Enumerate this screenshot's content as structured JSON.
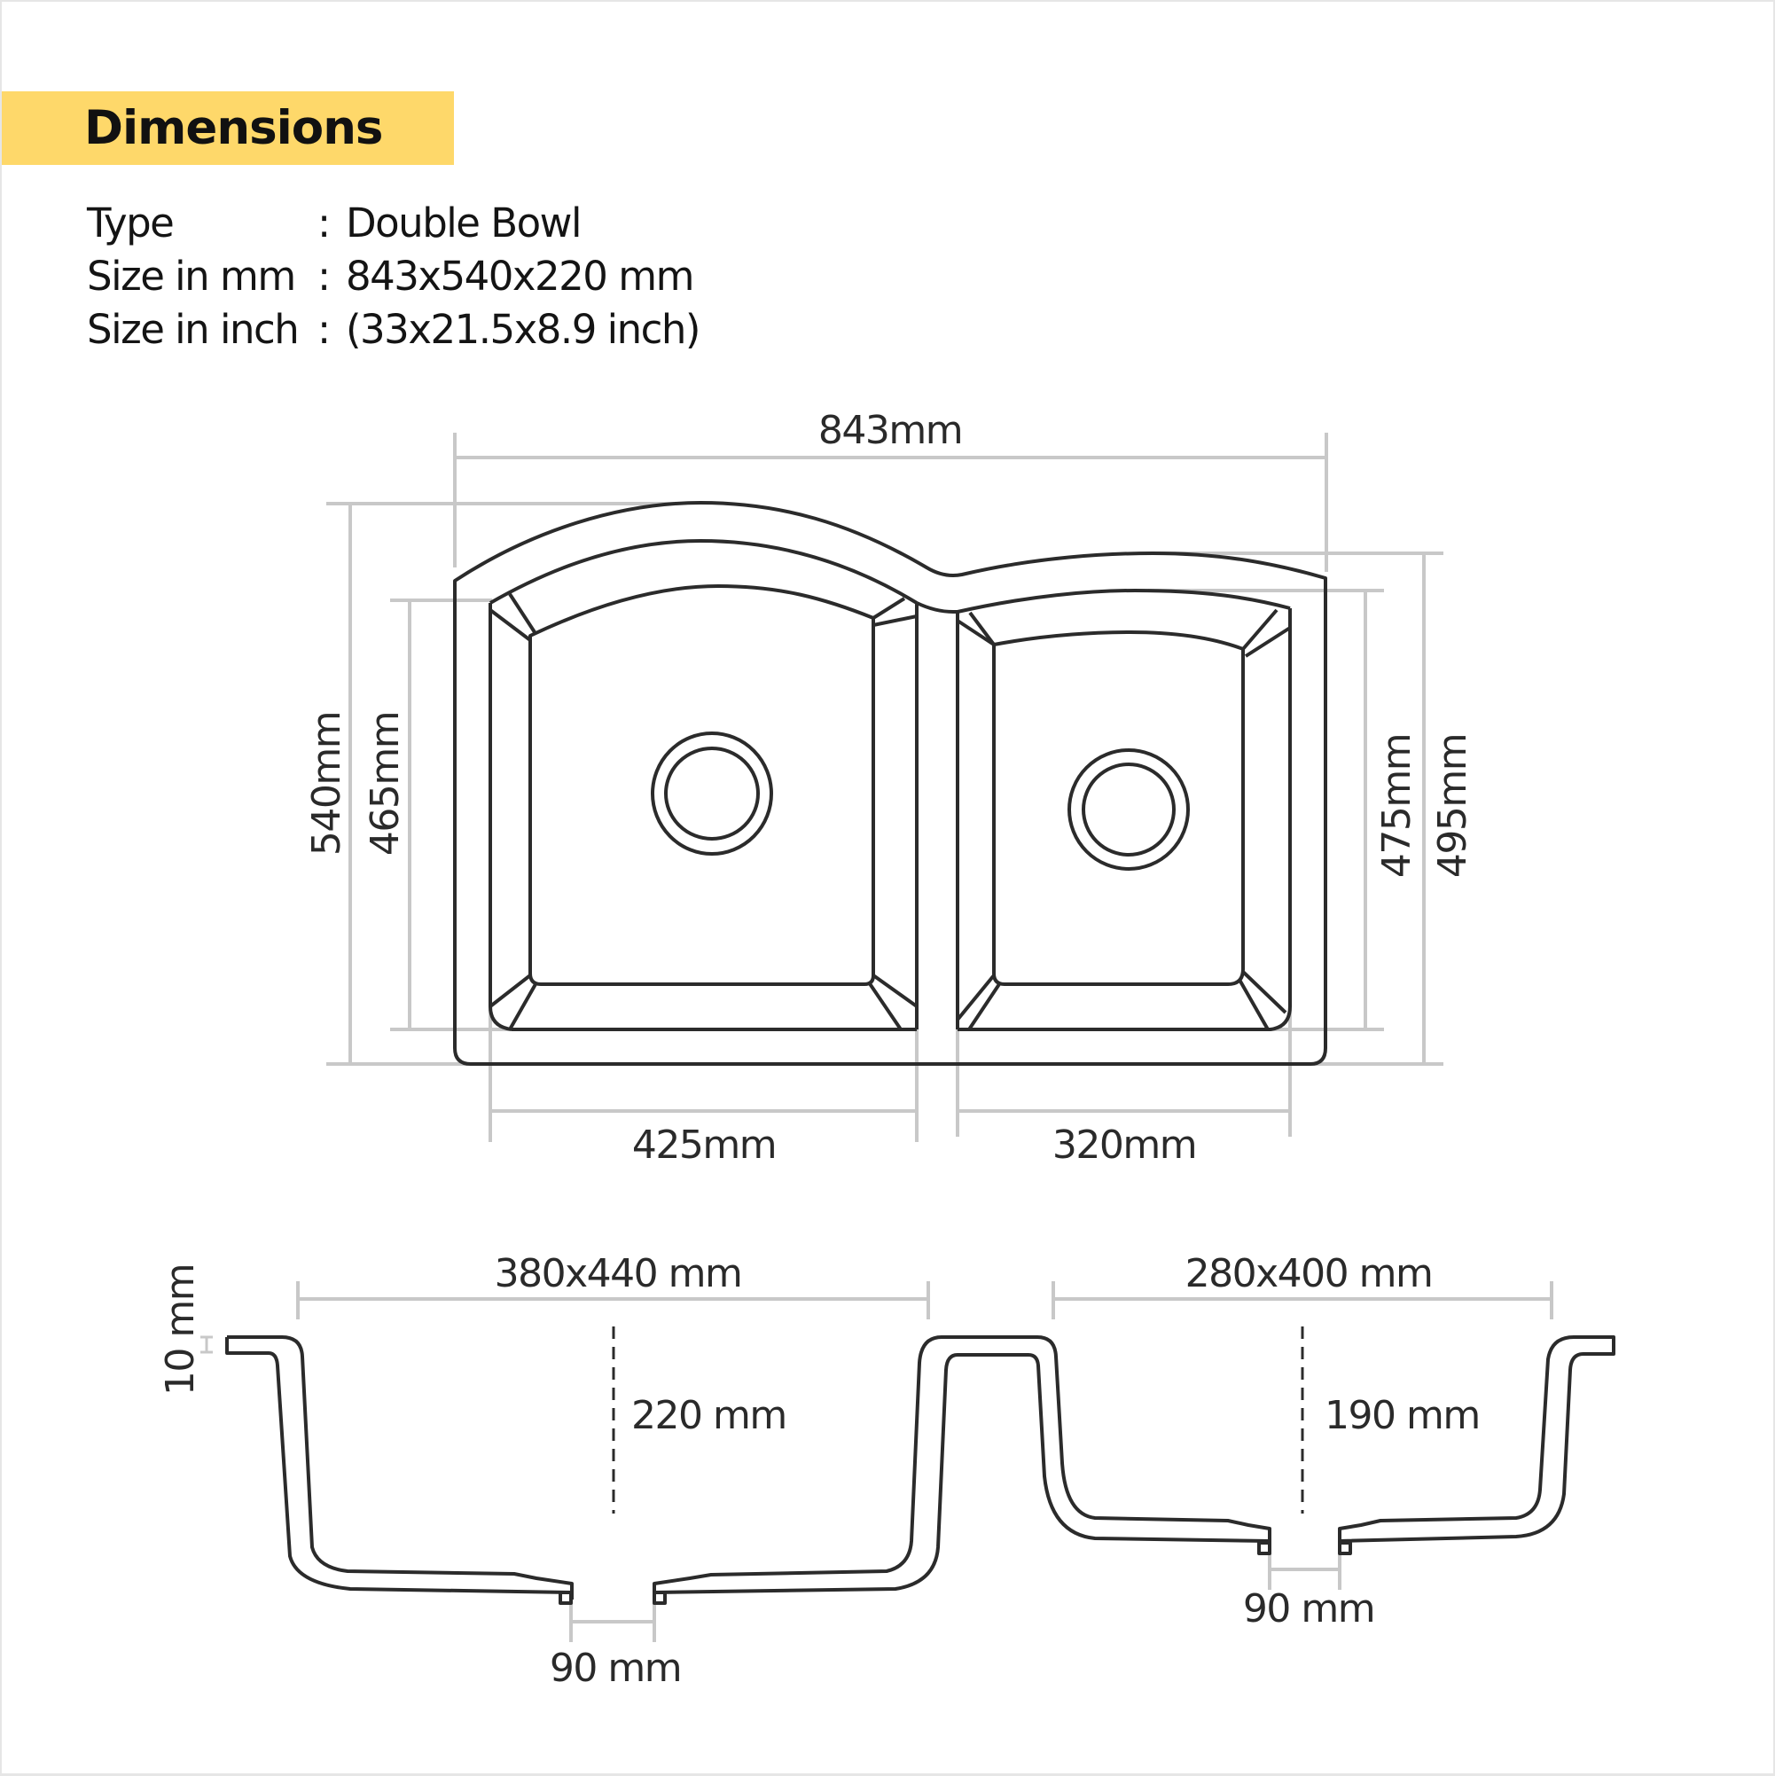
{
  "header": {
    "title": "Dimensions",
    "band_color": "#fed86a"
  },
  "specs": [
    {
      "label": "Type",
      "separator": ":",
      "value": "Double Bowl"
    },
    {
      "label": "Size in mm",
      "separator": ":",
      "value": "843x540x220 mm"
    },
    {
      "label": "Size in inch",
      "separator": ":",
      "value": "(33x21.5x8.9 inch)"
    }
  ],
  "top_view": {
    "overall_width": "843mm",
    "overall_depth": "540mm",
    "left_bowl_depth": "465mm",
    "right_bowl_depth": "475mm",
    "right_side_depth": "495mm",
    "left_bowl_width": "425mm",
    "right_bowl_width": "320mm"
  },
  "section_view": {
    "rim_thickness": "10 mm",
    "left_bowl_inner": "380x440 mm",
    "left_bowl_depth": "220 mm",
    "left_drain": "90 mm",
    "right_bowl_inner": "280x400 mm",
    "right_bowl_depth": "190 mm",
    "right_drain": "90 mm"
  },
  "colors": {
    "outline": "#2b2b2b",
    "dimension_line": "#c8c8c8",
    "text": "#2a2a2a"
  }
}
